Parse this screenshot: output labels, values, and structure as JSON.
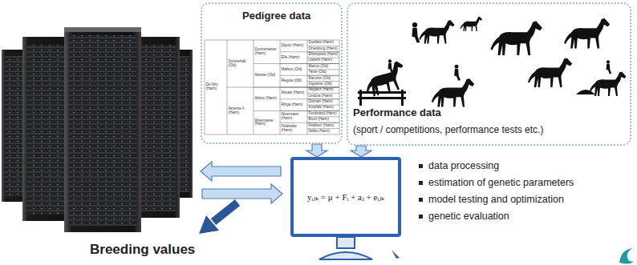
{
  "diagram": {
    "nodes": [
      {
        "text": [
          "Pedigree data"
        ]
      },
      {
        "text": [
          "Performance data",
          "(sport / competitions, performance tests etc.)"
        ]
      },
      {
        "text": [
          "yᵢⱼₖ = μ + Fᵢ + aⱼ + eᵢⱼₖ"
        ]
      }
    ],
    "edges": [
      {
        "from": 0,
        "to": 2,
        "arrow": "to"
      },
      {
        "from": 1,
        "to": 2,
        "arrow": "to"
      }
    ],
    "labels": [
      "De Niro (Hann)",
      "Donnerhall (Old)",
      "Akzente II (Hann)",
      "Donnerwetter (Hann)",
      "Ninette (Old)",
      "Akitos (Hann)",
      "Woermanie (Hann)",
      "Dipolo (Hann)",
      "Elfe (Hann)",
      "Markus (Old)",
      "Regula (Old)",
      "Absatz (Hann)",
      "Ringa (Hann)",
      "Woermann (Hann)",
      "Feldnelke (Hann)",
      "Duellant (Hann)",
      "Ortelsburg (Hann)",
      "Ehrenpreis (Hann)",
      "Lisbeth (Hann)",
      "Marcio (Old)",
      "Tante (Old)",
      "Ramzes (Old)",
      "Gigolette (Old)",
      "Abglanz (Hann)",
      "Lindora (Hann)",
      "Dolman (Hann)",
      "Kurpfalz (Hann)",
      "Ferdinand (Hann)",
      "Bruni (Hann)",
      "Feldherr (Hann)",
      "Nelke (Hann)",
      "Breeding values",
      "data processing",
      "estimation of genetic parameters",
      "model testing and optimization",
      "genetic evaluation"
    ]
  }
}
